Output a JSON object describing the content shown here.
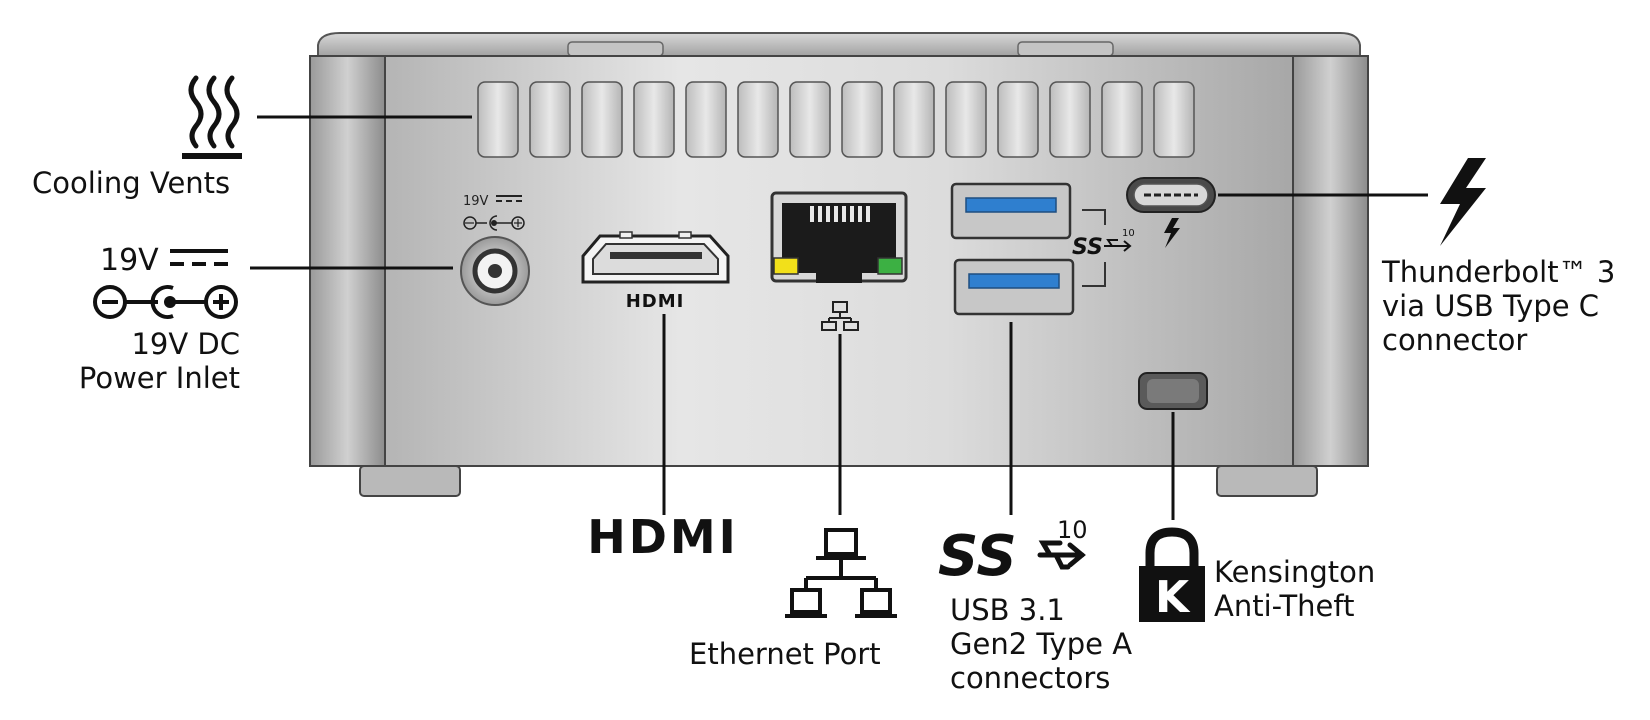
{
  "labels": {
    "cooling": "Cooling Vents",
    "power_line1": "19V DC",
    "power_line2": "Power Inlet",
    "power_volt": "19V",
    "power_small_volt": "19V",
    "hdmi_port_text": "HDMI",
    "hdmi_logo": "HDMI",
    "ethernet": "Ethernet Port",
    "usb_line1": "USB 3.1",
    "usb_line2": "Gen2 Type A",
    "usb_line3": "connectors",
    "ss_logo_text": "SS",
    "ss_logo_num": "10",
    "ss_small_text": "SS",
    "ss_small_num": "10",
    "tb_line1": "Thunderbolt™ 3",
    "tb_line2": "via USB Type C",
    "tb_line3": "connector",
    "kens_line1": "Kensington",
    "kens_line2": "Anti-Theft",
    "kens_letter": "K"
  },
  "colors": {
    "chassis": "#c9c9c9",
    "chassis_dark": "#8a8a8a",
    "usb_blue": "#2f7fcf",
    "led_yellow": "#f2e01a",
    "led_green": "#3cb043",
    "leader": "#111111"
  },
  "icons": [
    "heat-icon",
    "dc-polarity-icon",
    "hdmi-logo",
    "network-icon",
    "superspeed-usb-icon",
    "thunderbolt-icon",
    "kensington-lock-icon"
  ]
}
